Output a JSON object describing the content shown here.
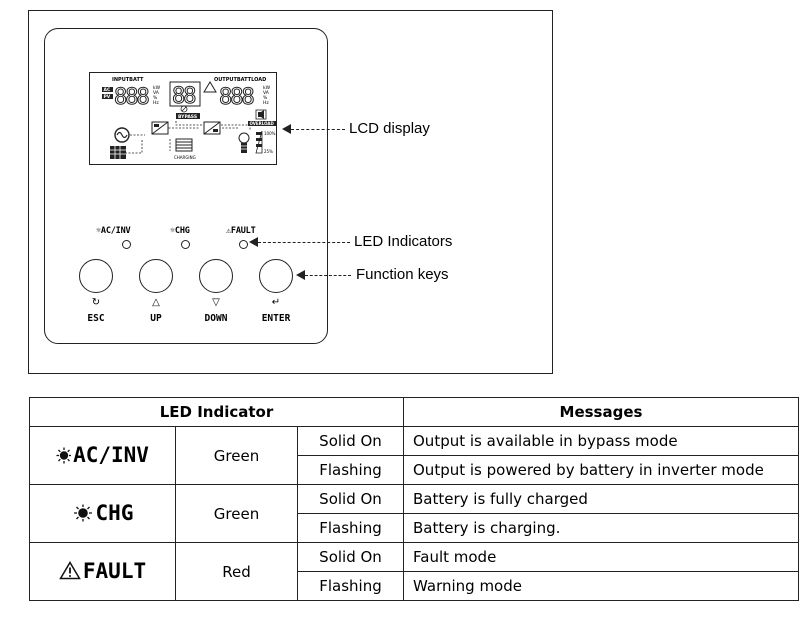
{
  "figure": {
    "lcd": {
      "input_label": "INPUTBATT",
      "output_label": "OUTPUTBATTLOAD",
      "input_digits": "888",
      "middle_digits": "88",
      "output_digits": "888",
      "input_units": [
        "kW",
        "VA",
        "%",
        "Hz"
      ],
      "output_units": [
        "kW",
        "VA",
        "%",
        "Hz"
      ],
      "ac_tag": "AC",
      "pv_tag": "PV",
      "bypass_label": "BYPASS",
      "overload_label": "OVERLOAD",
      "charging_label": "CHARGING",
      "percent_100": "100%",
      "percent_25": "25%"
    },
    "leds": [
      {
        "label": "AC/INV"
      },
      {
        "label": "CHG"
      },
      {
        "label": "FAULT"
      }
    ],
    "keys": [
      {
        "label": "ESC",
        "symbol": "↻"
      },
      {
        "label": "UP",
        "symbol": "△"
      },
      {
        "label": "DOWN",
        "symbol": "▽"
      },
      {
        "label": "ENTER",
        "symbol": "↵"
      }
    ],
    "callouts": {
      "lcd": "LCD display",
      "led": "LED Indicators",
      "keys": "Function keys"
    }
  },
  "table": {
    "headers": {
      "led": "LED Indicator",
      "messages": "Messages"
    },
    "rows": [
      {
        "icon": "AC/INV",
        "color": "Green",
        "states": [
          {
            "state": "Solid On",
            "message": "Output is available in bypass mode"
          },
          {
            "state": "Flashing",
            "message": "Output is powered by battery in inverter mode"
          }
        ]
      },
      {
        "icon": "CHG",
        "color": "Green",
        "states": [
          {
            "state": "Solid On",
            "message": "Battery is fully charged"
          },
          {
            "state": "Flashing",
            "message": "Battery is charging."
          }
        ]
      },
      {
        "icon": "FAULT",
        "color": "Red",
        "states": [
          {
            "state": "Solid On",
            "message": "Fault mode"
          },
          {
            "state": "Flashing",
            "message": "Warning mode"
          }
        ]
      }
    ]
  }
}
